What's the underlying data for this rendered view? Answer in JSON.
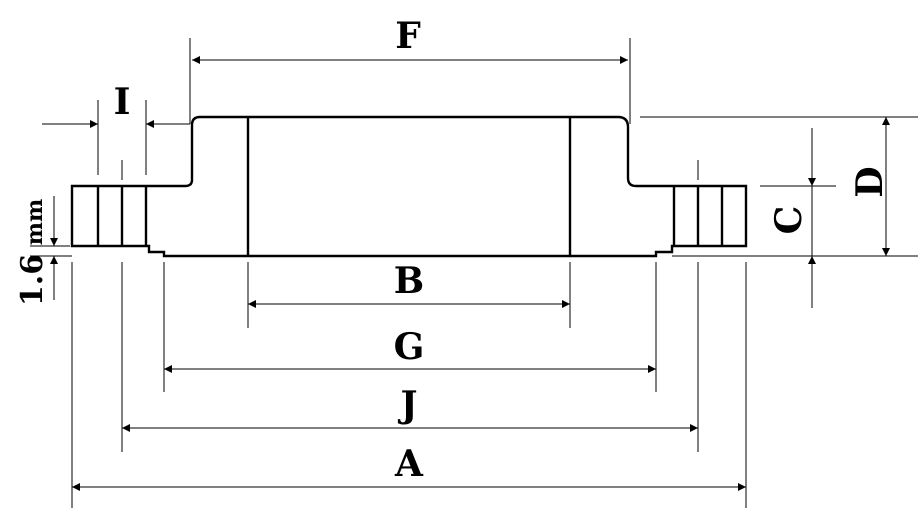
{
  "labels": {
    "F": "F",
    "I": "I",
    "D": "D",
    "C": "C",
    "B": "B",
    "G": "G",
    "J": "J",
    "A": "A",
    "thickness": "1.6",
    "unit": "mm"
  }
}
